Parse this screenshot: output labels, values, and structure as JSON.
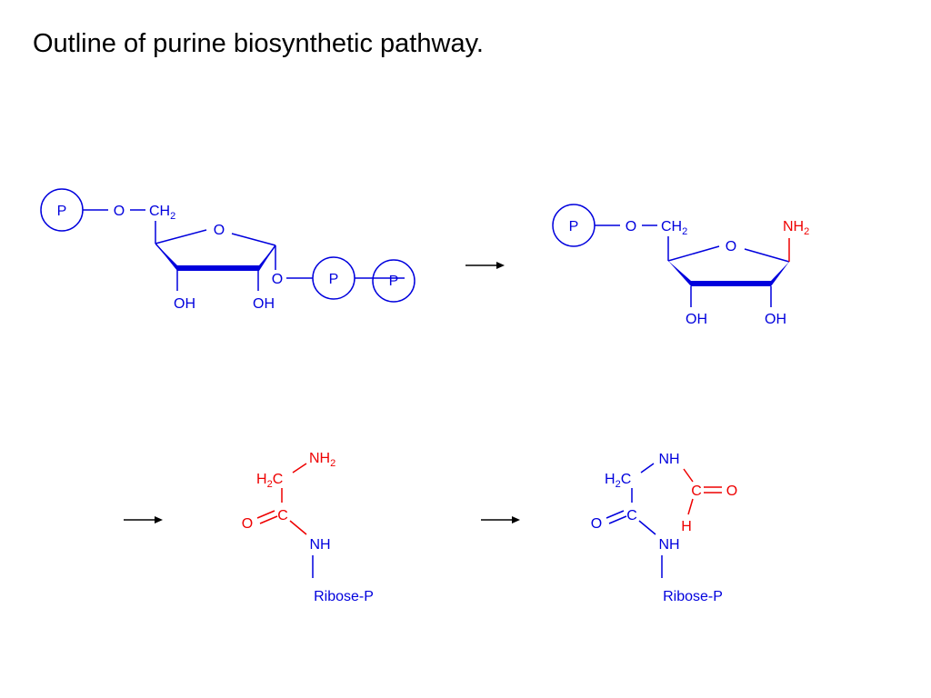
{
  "title": "Outline of purine biosynthetic pathway.",
  "colors": {
    "blue": "#0000dd",
    "red": "#ee0000",
    "black": "#000000"
  },
  "labels": {
    "phosphate": "P",
    "oxygen": "O",
    "ch": "CH",
    "nh": "NH",
    "h": "H",
    "c": "C",
    "hydroxyl": "OH",
    "sub_2": "2",
    "ribose_p": "Ribose-P"
  }
}
